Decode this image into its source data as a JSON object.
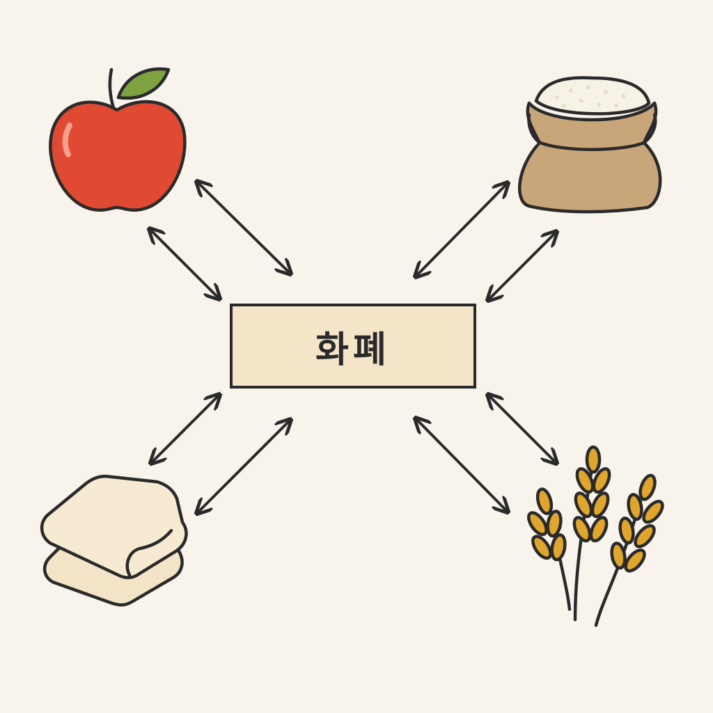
{
  "center": {
    "label": "화폐"
  },
  "items": [
    {
      "name": "apple",
      "icon": "apple-icon",
      "color": "#e04a33"
    },
    {
      "name": "rice-sack",
      "icon": "rice-sack-icon",
      "color": "#c9a67a"
    },
    {
      "name": "cloth",
      "icon": "folded-cloth-icon",
      "color": "#f3e4c7"
    },
    {
      "name": "wheat",
      "icon": "wheat-icon",
      "color": "#e0a52c"
    }
  ],
  "colors": {
    "background": "#f8f4ec",
    "box_fill": "#f4e4c8",
    "stroke": "#2a2a2a"
  }
}
